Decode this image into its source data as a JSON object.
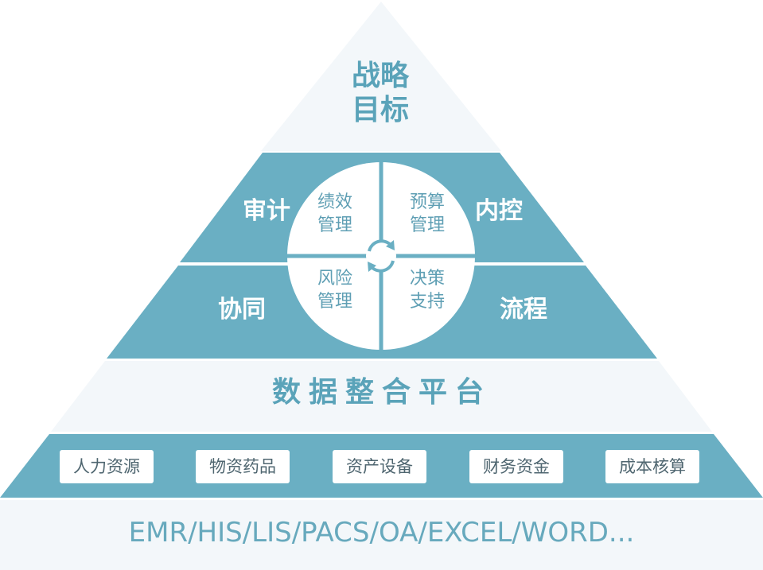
{
  "apex": {
    "lines": [
      "战略",
      "目标"
    ]
  },
  "middle": {
    "corners": {
      "top_left": "审计",
      "top_right": "内控",
      "bottom_left": "协同",
      "bottom_right": "流程"
    },
    "quadrants": {
      "top_left": [
        "绩效",
        "管理"
      ],
      "top_right": [
        "预算",
        "管理"
      ],
      "bottom_left": [
        "风险",
        "管理"
      ],
      "bottom_right": [
        "决策",
        "支持"
      ]
    },
    "center_icon": "refresh-cycle-icon"
  },
  "platform": {
    "title": "数据整合平台"
  },
  "sources": [
    "人力资源",
    "物资药品",
    "资产设备",
    "财务资金",
    "成本核算"
  ],
  "footer": {
    "systems": "EMR/HIS/LIS/PACS/OA/EXCEL/WORD..."
  },
  "colors": {
    "teal": "#6aafc3",
    "pale": "#f3f7fa",
    "accent_text": "#5aa3b9",
    "white": "#ffffff"
  }
}
